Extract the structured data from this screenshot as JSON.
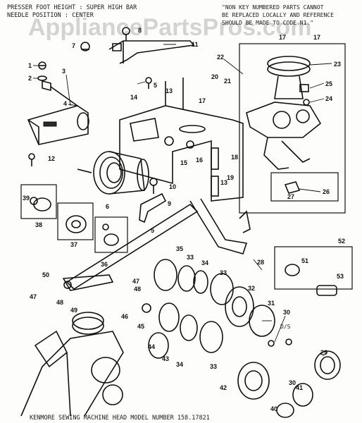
{
  "header": {
    "presser_line": "PRESSER FOOT HEIGHT : SUPER HIGH BAR",
    "needle_line": "NEEDLE POSITION : CENTER",
    "note_line1": "\"NON KEY NUMBERED PARTS CANNOT",
    "note_line2": "BE REPLACED LOCALLY AND REFERENCE",
    "note_line3": "SHOULD BE MADE TO CODE N1.\""
  },
  "watermark": "AppliancePartsPros.com",
  "footer": {
    "caption": "KENMORE SEWING MACHINE HEAD  MODEL NUMBER  158.17821",
    "code": "D/S"
  },
  "callouts": [
    "1",
    "2",
    "3",
    "4",
    "5",
    "6",
    "7",
    "8",
    "9",
    "10",
    "11",
    "12",
    "13",
    "14",
    "15",
    "16",
    "17",
    "18",
    "19",
    "20",
    "21",
    "22",
    "23",
    "24",
    "25",
    "26",
    "27",
    "28",
    "29",
    "30",
    "31",
    "32",
    "33",
    "34",
    "35",
    "36",
    "37",
    "38",
    "39",
    "40",
    "41",
    "42",
    "43",
    "44",
    "45",
    "46",
    "47",
    "48",
    "49",
    "50",
    "51",
    "52",
    "53"
  ],
  "colors": {
    "ink": "#111111",
    "paper": "#fdfdfb"
  }
}
